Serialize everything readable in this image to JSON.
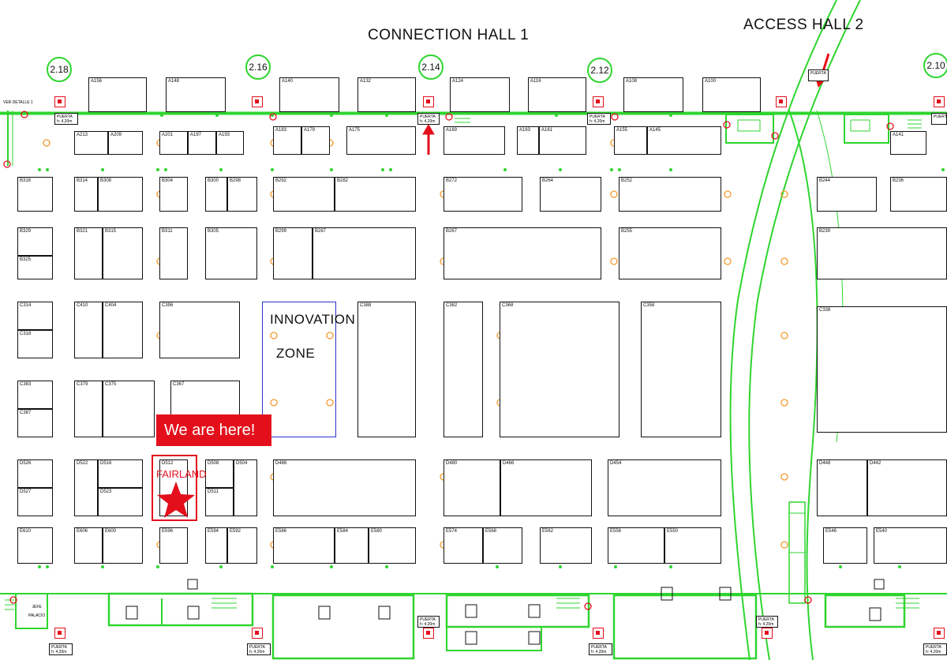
{
  "halls": {
    "connection_hall_1": "CONNECTION HALL 1",
    "access_hall_2": "ACCESS HALL 2"
  },
  "hall_numbers": [
    "2.18",
    "2.16",
    "2.14",
    "2.12",
    "2.10"
  ],
  "zones": {
    "innovation_line1": "INNOVATION",
    "innovation_line2": "ZONE"
  },
  "marker": {
    "banner": "We are here!",
    "company": "FAIRLAND"
  },
  "booths": {
    "A156": "A156",
    "A148": "A148",
    "A140": "A140",
    "A132": "A132",
    "A124": "A124",
    "A116": "A116",
    "A108": "A108",
    "A100": "A100",
    "A213": "A213",
    "A209": "A209",
    "A201": "A201",
    "A197": "A197",
    "A193": "A193",
    "A183": "A183",
    "A179": "A179",
    "A175": "A175",
    "A169": "A169",
    "A163": "A163",
    "A161": "A161",
    "A155": "A155",
    "A145": "A145",
    "A141": "A141",
    "B318": "B318",
    "B314": "B314",
    "B308": "B308",
    "B304": "B304",
    "B300": "B300",
    "B298": "B298",
    "B292": "B292",
    "B282": "B282",
    "B272": "B272",
    "B264": "B264",
    "B252": "B252",
    "B244": "B244",
    "B236": "B236",
    "B329": "B329",
    "B321": "B321",
    "B315": "B315",
    "B311": "B311",
    "B305": "B305",
    "B299": "B299",
    "B287": "B287",
    "B267": "B267",
    "B255": "B255",
    "B239": "B239",
    "C314": "C314",
    "C318": "C318",
    "C410": "C410",
    "C404": "C404",
    "C396": "C396",
    "C388": "C388",
    "C382": "C382",
    "C368": "C368",
    "C358": "C358",
    "C338": "C338",
    "C383": "C383",
    "C387": "C387",
    "C379": "C379",
    "C375": "C375",
    "C367": "C367",
    "D526": "D526",
    "D527": "D527",
    "D522": "D522",
    "D516": "D516",
    "D523": "D523",
    "D512": "D512",
    "D508": "D508",
    "D504": "D504",
    "D511": "D511",
    "D486": "D486",
    "D480": "D480",
    "D466": "D466",
    "D454": "D454",
    "D448": "D448",
    "D442": "D442",
    "E610": "E610",
    "E606": "E606",
    "E600": "E600",
    "E596": "E596",
    "E594": "E594",
    "E592": "E592",
    "E586": "E586",
    "E584": "E584",
    "E580": "E580",
    "E574": "E574",
    "E568": "E568",
    "E562": "E562",
    "E556": "E556",
    "E550": "E550",
    "E546": "E546",
    "E540": "E540"
  },
  "doors": {
    "puerta": "PUERTA",
    "height": "h: 4,20m",
    "detail": "VER DETALLE 1"
  },
  "notes": {
    "jefe": "JEFE",
    "palacio": "PALACIO"
  },
  "colors": {
    "aisle_green": "#2fd52f",
    "booth_stroke": "#111111",
    "marker_red": "#e3101c",
    "zone_blue": "#2b33c9",
    "column_orange": "#f2992b"
  }
}
